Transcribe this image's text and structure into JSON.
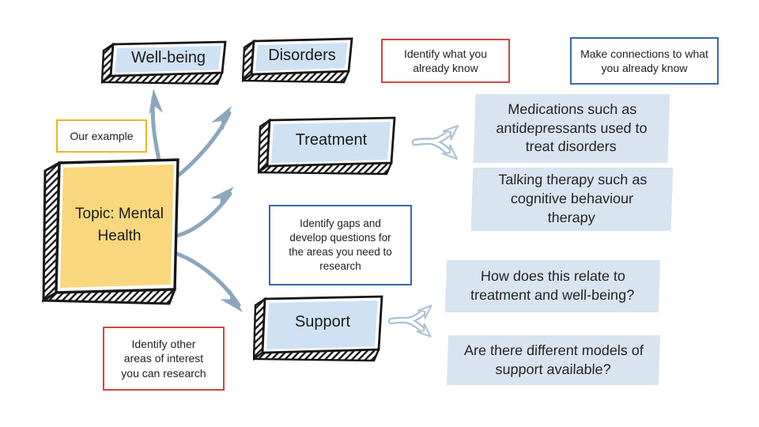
{
  "slide": {
    "background": "#ffffff"
  },
  "palette": {
    "node_fill": "#cfe2f3",
    "topic_fill": "#f8d77e",
    "highlight_fill": "#d9e4f1",
    "arrow_color": "#8ca6be",
    "fork_color": "#adc2d3",
    "red_border": "#d5453c",
    "blue_border": "#3a66ad",
    "gold_border": "#eeb32b",
    "outline": "#161616"
  },
  "topic": {
    "label": "Topic: Mental Health"
  },
  "nodes": {
    "wellbeing": "Well-being",
    "disorders": "Disorders",
    "treatment": "Treatment",
    "support": "Support"
  },
  "annotations": {
    "our_example": "Our example",
    "identify_know": "Identify what you already know",
    "make_connections": "Make connections to what you already know",
    "identify_gaps": "Identify gaps and develop questions for the areas you need to research",
    "identify_other": "Identify other areas of interest you can research"
  },
  "highlights": {
    "medications": "Medications such as antidepressants used to treat disorders",
    "talking": "Talking therapy such as cognitive behaviour therapy",
    "relate": "How does this relate to treatment and well-being?",
    "models": "Are there different models of support available?"
  }
}
